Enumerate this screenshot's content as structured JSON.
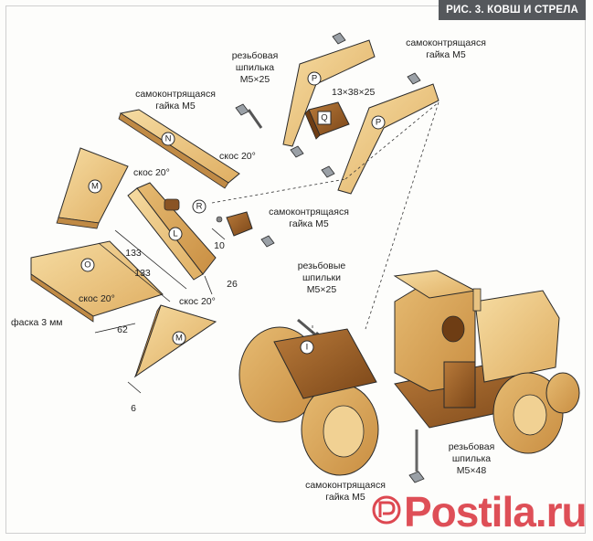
{
  "figure": {
    "tag": "РИС. 3. КОВШ И СТРЕЛА"
  },
  "callouts": {
    "nut_m5_label": "самоконтрящаяся\nгайка М5",
    "stud_m5x25_label": "резьбовая\nшпилька\nM5×25",
    "studs_m5x25_label": "резьбовые\nшпильки\nM5×25",
    "stud_m5x48_label": "резьбовая\nшпилька\nM5×48",
    "bevel_20": "скос 20°",
    "chamfer_3mm": "фаска 3 мм",
    "part_q_size": "13×38×25"
  },
  "parts": {
    "M": "M",
    "N": "N",
    "O": "O",
    "P": "P",
    "Q": "Q",
    "R": "R",
    "L": "L",
    "I": "I"
  },
  "dimensions": {
    "d133_a": "133",
    "d133_b": "133",
    "d62": "62",
    "d26": "26",
    "d10": "10",
    "d6": "6"
  },
  "watermark": {
    "text": "Postila.ru",
    "brand_color": "#d7283c"
  },
  "colors": {
    "wood_light": "#f0cf8e",
    "wood_mid": "#d9a55a",
    "wood_dark": "#9c5e26",
    "outline": "#2a2a2a",
    "tag_bg": "#55585c"
  }
}
